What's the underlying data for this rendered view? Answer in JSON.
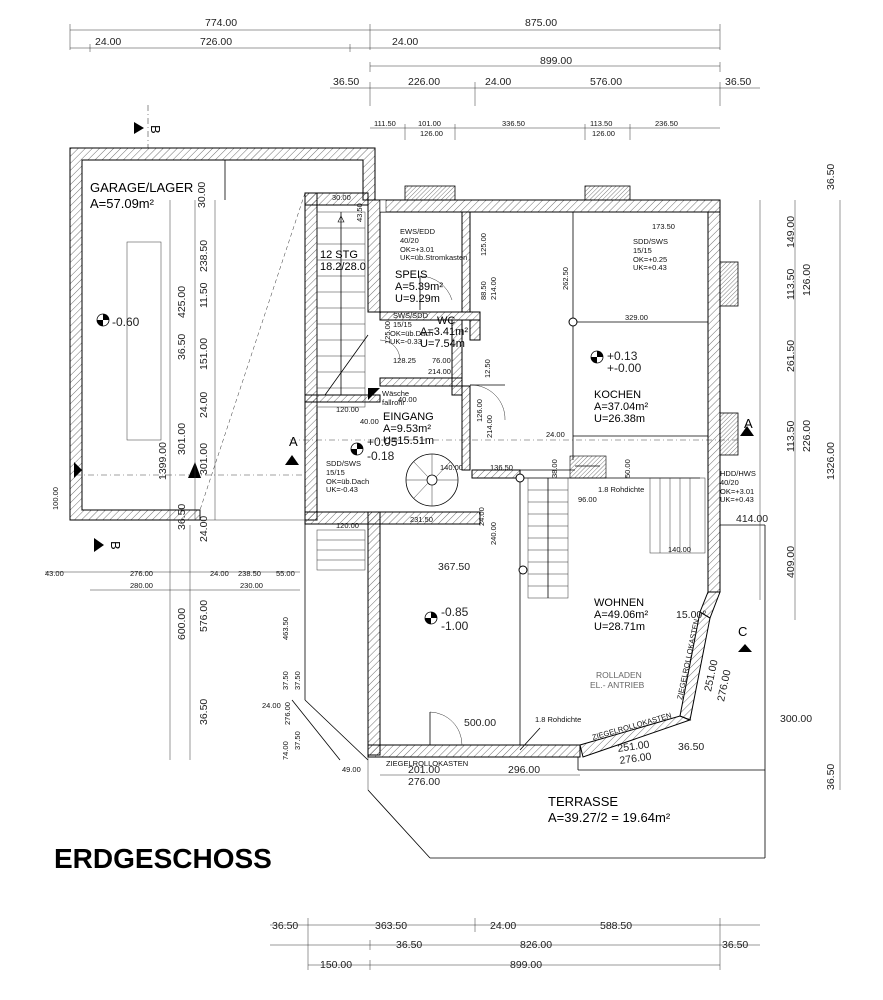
{
  "title": "ERDGESCHOSS",
  "rooms": {
    "garage": {
      "name": "GARAGE/LAGER",
      "area": "A=57.09m²",
      "level": "-0.60"
    },
    "stg": {
      "name": "12 STG",
      "dim": "18.2/28.0"
    },
    "speis": {
      "name": "SPEIS",
      "area": "A=5.39m²",
      "perim": "U=9.29m"
    },
    "wc": {
      "name": "WC",
      "area": "A=3.41m²",
      "perim": "U=7.54m"
    },
    "eingang": {
      "name": "EINGANG",
      "area": "A=9.53m²",
      "perim": "U=15.51m"
    },
    "kochen": {
      "name": "KOCHEN",
      "area": "A=37.04m²",
      "perim": "U=26.38m"
    },
    "wohnen": {
      "name": "WOHNEN",
      "area": "A=49.06m²",
      "perim": "U=28.71m"
    },
    "terrasse": {
      "name": "TERRASSE",
      "area": "A=39.27/2 = 19.64m²"
    }
  },
  "levels": {
    "kochen_a": "+0.13",
    "kochen_b": "+-0.00",
    "eingang_a": "+0.05",
    "eingang_b": "-0.18",
    "lower_a": "-0.85",
    "lower_b": "-1.00"
  },
  "notes": {
    "ews1": "EWS/EDD",
    "ews2": "40/20",
    "ews3": "OK=+3.01",
    "ews4": "UK=üb.Stromkasten",
    "sdd1": "SDD/SWS",
    "sdd2": "15/15",
    "sdd3": "OK=+0.25",
    "sdd4": "UK=+0.43",
    "sws1": "SWS/SDD",
    "sws2": "15/15",
    "sws3": "OK=üb.Dach",
    "sws4": "UK=-0.33",
    "sdd5": "SDD/SWS",
    "sdd6": "15/15",
    "sdd7": "OK=üb.Dach",
    "sdd8": "UK=-0.43",
    "hdd1": "HDD/HWS",
    "hdd2": "40/20",
    "hdd3": "OK=+3.01",
    "hdd4": "UK=+0.43",
    "wasche1": "Wäsche",
    "wasche2": "fallrohr",
    "rohd1": "1.8 Rohdichte",
    "rohd2": "1.8 Rohdichte",
    "rolladen1": "ROLLADEN",
    "rolladen2": "EL.- ANTRIEB",
    "ziegel1": "ZIEGELROLLOKASTEN",
    "ziegel2": "ZIEGELROLLOKASTEN",
    "ziegel3": "ZIEGELROLLOKASTEN"
  },
  "section_marks": {
    "a": "A",
    "b": "B",
    "c": "C"
  },
  "dims_top": {
    "t1": "774.00",
    "t2": "875.00",
    "t3": "24.00",
    "t4": "726.00",
    "t5": "24.00",
    "t6": "899.00",
    "t7": "36.50",
    "t8": "226.00",
    "t9": "24.00",
    "t10": "576.00",
    "t11": "36.50",
    "t12": "111.50",
    "t13": "101.00",
    "t14": "336.50",
    "t15": "113.50",
    "t16": "236.50",
    "t17": "126.00",
    "t18": "126.00"
  },
  "dims_bottom": {
    "b1": "36.50",
    "b2": "363.50",
    "b3": "24.00",
    "b4": "588.50",
    "b5": "36.50",
    "b6": "826.00",
    "b7": "36.50",
    "b8": "150.00",
    "b9": "899.00"
  },
  "dims_right": {
    "r1": "36.50",
    "r2": "149.00",
    "r3": "113.50",
    "r4": "126.00",
    "r5": "261.50",
    "r6": "113.50",
    "r7": "226.00",
    "r8": "1326.00",
    "r9": "409.00",
    "r10": "414.00",
    "r11": "300.00",
    "r12": "36.50"
  },
  "dims_left": {
    "l1": "30.00",
    "l2": "238.50",
    "l3": "425.00",
    "l4": "11.50",
    "l5": "36.50",
    "l6": "151.00",
    "l7": "24.00",
    "l8": "301.00",
    "l9": "301.00",
    "l10": "1399.00",
    "l11": "100.00",
    "l12": "36.50",
    "l13": "24.00",
    "l14": "43.00",
    "l15": "276.00",
    "l16": "280.00",
    "l17": "24.00",
    "l18": "238.50",
    "l19": "55.00",
    "l20": "230.00",
    "l21": "600.00",
    "l22": "576.00",
    "l23": "36.50",
    "l24": "463.50",
    "l25": "37.50",
    "l26": "37.50",
    "l27": "24.00",
    "l28": "276.00",
    "l29": "74.00",
    "l30": "37.50",
    "l31": "49.00"
  },
  "dims_inner": {
    "i1": "30.00",
    "i2": "43.50",
    "i3": "125.00",
    "i4": "88.50",
    "i5": "214.00",
    "i6": "262.50",
    "i7": "173.50",
    "i8": "329.00",
    "i9": "125.00",
    "i10": "128.25",
    "i11": "76.00",
    "i12": "214.00",
    "i13": "12.50",
    "i14": "120.00",
    "i15": "40.00",
    "i16": "40.00",
    "i17": "126.00",
    "i18": "214.00",
    "i19": "24.00",
    "i20": "50.00",
    "i21": "38.00",
    "i22": "96.00",
    "i23": "136.50",
    "i24": "140.00",
    "i25": "120.00",
    "i26": "231.50",
    "i27": "240.00",
    "i28": "24.00",
    "i29": "367.50",
    "i30": "140.00",
    "i31": "15.00°",
    "i32": "251.00",
    "i33": "276.00",
    "i34": "500.00",
    "i35": "36.50",
    "i36": "251.00",
    "i37": "276.00",
    "i38": "201.00",
    "i39": "296.00",
    "i40": "276.00"
  }
}
